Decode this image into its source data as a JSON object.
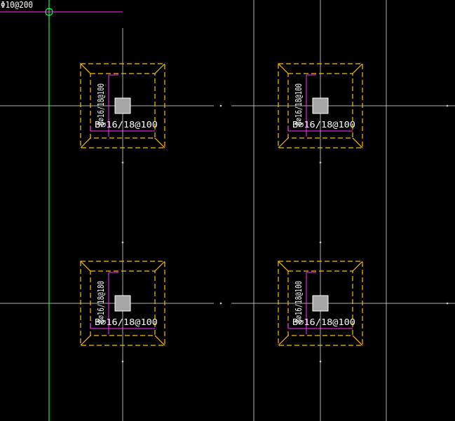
{
  "drawing": {
    "background": "#000000",
    "top_label": "Φ10@200",
    "footings": [
      {
        "id": "footing-top-left",
        "vertical_label": "B∅16/18@100",
        "horizontal_label": "B∅16/18@100"
      },
      {
        "id": "footing-top-right",
        "vertical_label": "B∅16/18@100",
        "horizontal_label": "B∅16/18@100"
      },
      {
        "id": "footing-bottom-left",
        "vertical_label": "B∅16/18@180",
        "horizontal_label": "B∅16/18@100"
      },
      {
        "id": "footing-bottom-right",
        "vertical_label": "B∅16/18@100",
        "horizontal_label": "B∅16/18@100"
      }
    ],
    "colors": {
      "grid": "#cfcfcf",
      "rebar_marker": "#00ff40",
      "rebar": "#ff33ff",
      "footing_outline": "#ffbf00",
      "column": "#a6a6a6",
      "text": "#ffffff"
    }
  }
}
